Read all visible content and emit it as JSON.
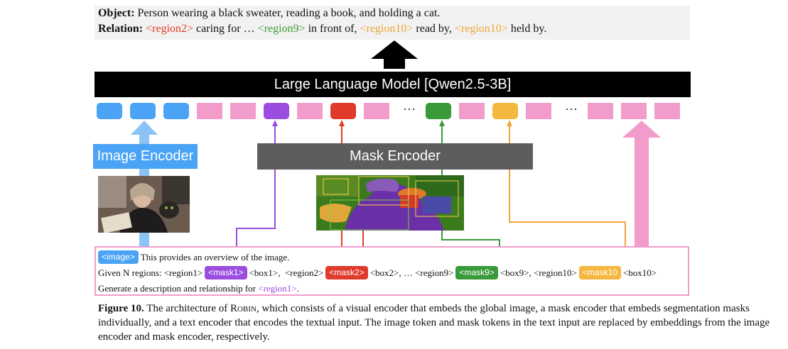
{
  "output": {
    "object_label": "Object:",
    "object_text": " Person wearing a black sweater, reading a book, and holding a cat.",
    "relation_label": "Relation:",
    "relation_parts": [
      {
        "text": " ",
        "color": "black"
      },
      {
        "text": "<region2>",
        "color": "red"
      },
      {
        "text": " caring for … ",
        "color": "black"
      },
      {
        "text": "<region9>",
        "color": "green"
      },
      {
        "text": " in front of, ",
        "color": "black"
      },
      {
        "text": "<region10>",
        "color": "orange"
      },
      {
        "text": " read by, ",
        "color": "black"
      },
      {
        "text": "<region10>",
        "color": "orange"
      },
      {
        "text": " held by.",
        "color": "black"
      }
    ]
  },
  "llm": {
    "label": "Large Language Model [Qwen2.5-3B]"
  },
  "tokens": {
    "ellipsis": "···",
    "sequence": [
      "blue",
      "blue",
      "blue",
      "pink",
      "pink",
      "purple",
      "pink",
      "red",
      "pink",
      "dots",
      "green",
      "pink",
      "orange",
      "pink",
      "dots",
      "pink",
      "pink",
      "pink"
    ]
  },
  "image_encoder": {
    "label": "Image Encoder"
  },
  "mask_encoder": {
    "label": "Mask Encoder"
  },
  "input": {
    "line1_chip": "<image>",
    "line1_text": "This provides an overview of the image.",
    "line2_prefix": "Given N regions:",
    "line2_parts": [
      {
        "text": " <region1>",
        "chip": false
      },
      {
        "text": "<mask1>",
        "chip": true,
        "color": "purple"
      },
      {
        "text": "<box1>,  <region2>",
        "chip": false
      },
      {
        "text": "<mask2>",
        "chip": true,
        "color": "red"
      },
      {
        "text": "<box2>, … <region9>",
        "chip": false
      },
      {
        "text": "<mask9>",
        "chip": true,
        "color": "green"
      },
      {
        "text": "<box9>, <region10>",
        "chip": false
      },
      {
        "text": "<mask10",
        "chip": true,
        "color": "orange"
      },
      {
        "text": "<box10>",
        "chip": false
      }
    ],
    "line3_text": "Generate a description and relationship for ",
    "line3_region": "<region1>",
    "line3_end": "."
  },
  "caption": {
    "label": "Figure 10.",
    "text_a": " The architecture of ",
    "name": "Robin",
    "text_b": ", which consists of a visual encoder that embeds the global image, a mask encoder that embeds segmentation masks individually, and a text encoder that encodes the textual input. The image token and mask tokens in the text input are replaced by embeddings from the image encoder and mask encoder, respectively."
  },
  "colors": {
    "blue": "#4aa3f5",
    "pink": "#f29ccb",
    "purple": "#9b4de0",
    "red": "#e03a2a",
    "green": "#3a9a3a",
    "orange": "#f4b740",
    "black": "#111111"
  }
}
